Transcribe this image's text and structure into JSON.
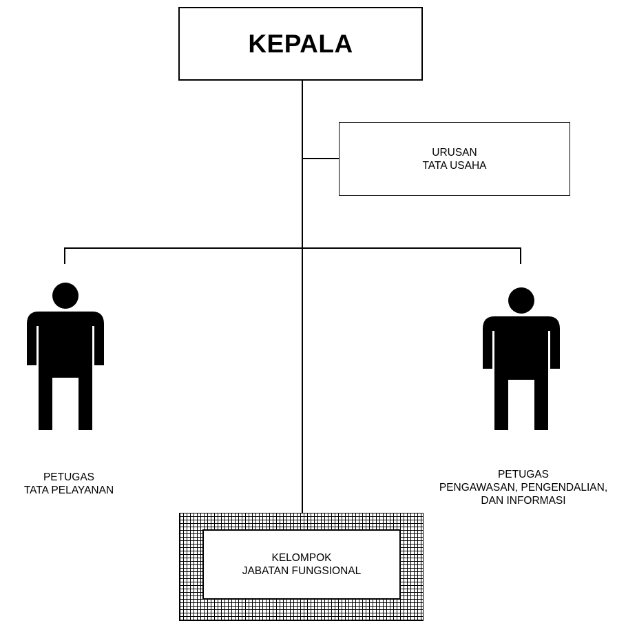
{
  "head": {
    "title": "KEPALA"
  },
  "admin_unit": {
    "line1": "URUSAN",
    "line2": "TATA USAHA"
  },
  "left_officer": {
    "line1": "PETUGAS",
    "line2": "TATA PELAYANAN"
  },
  "right_officer": {
    "line1": "PETUGAS",
    "line2": "PENGAWASAN, PENGENDALIAN,",
    "line3": "DAN INFORMASI"
  },
  "functional_group": {
    "line1": "KELOMPOK",
    "line2": "JABATAN FUNGSIONAL"
  },
  "colors": {
    "line": "#000000",
    "background": "#ffffff",
    "person": "#000000"
  },
  "icons": {
    "left_officer": "person-icon",
    "right_officer": "person-icon"
  }
}
